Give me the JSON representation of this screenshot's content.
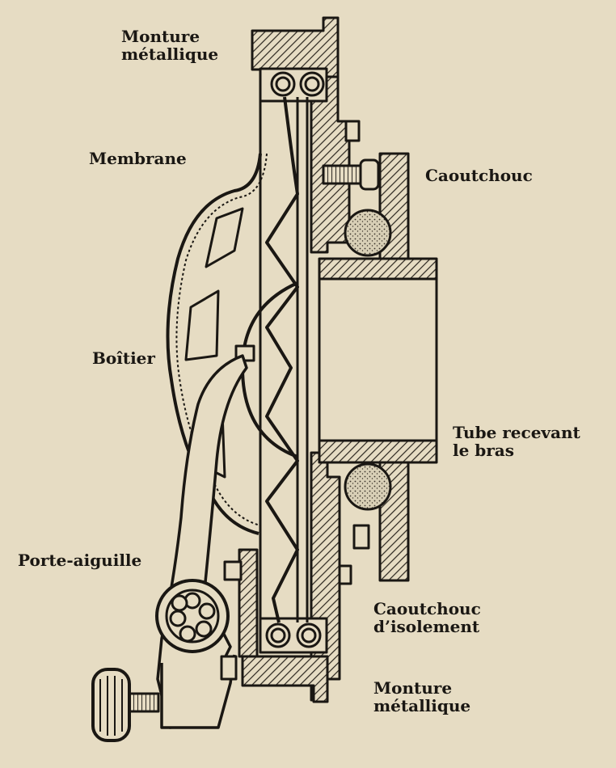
{
  "labels": {
    "monture_top": [
      "Monture",
      "métallique"
    ],
    "membrane": "Membrane",
    "caoutchouc": "Caoutchouc",
    "boitier": "Boîtier",
    "tube": [
      "Tube recevant",
      "le bras"
    ],
    "porte_aiguille": "Porte-aiguille",
    "caoutchouc_isolement": [
      "Caoutchouc",
      "d’isolement"
    ],
    "monture_bottom": [
      "Monture",
      "métallique"
    ]
  },
  "colors": {
    "paper": "#e6dcc3",
    "ink": "#1a1713",
    "hatch": "#2a251e",
    "rubber": "#d8cfb6"
  }
}
